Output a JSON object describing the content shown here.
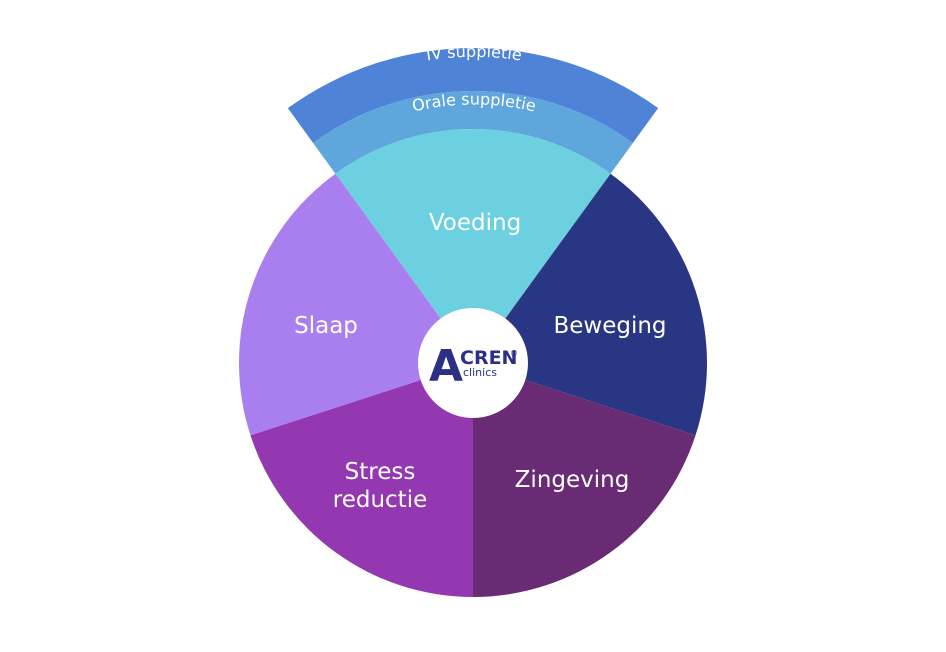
{
  "segments": [
    {
      "id": "voeding",
      "label_lines": [
        "Voeding"
      ],
      "color": "#6dd0e0"
    },
    {
      "id": "beweging",
      "label_lines": [
        "Beweging"
      ],
      "color": "#293684"
    },
    {
      "id": "zingeving",
      "label_lines": [
        "Zingeving"
      ],
      "color": "#682b74"
    },
    {
      "id": "stress",
      "label_lines": [
        "Stress",
        "reductie"
      ],
      "color": "#9338b0"
    },
    {
      "id": "slaap",
      "label_lines": [
        "Slaap"
      ],
      "color": "#a97ff0"
    }
  ],
  "rings": [
    {
      "id": "orale",
      "label": "Orale suppletie",
      "color": "#5fa6dc"
    },
    {
      "id": "iv",
      "label": "IV suppletie",
      "color": "#4f83d8"
    }
  ],
  "logo": {
    "letter": "A",
    "word": "CREN",
    "sub": "clinics",
    "mark": "®",
    "color": "#2b2f86"
  }
}
